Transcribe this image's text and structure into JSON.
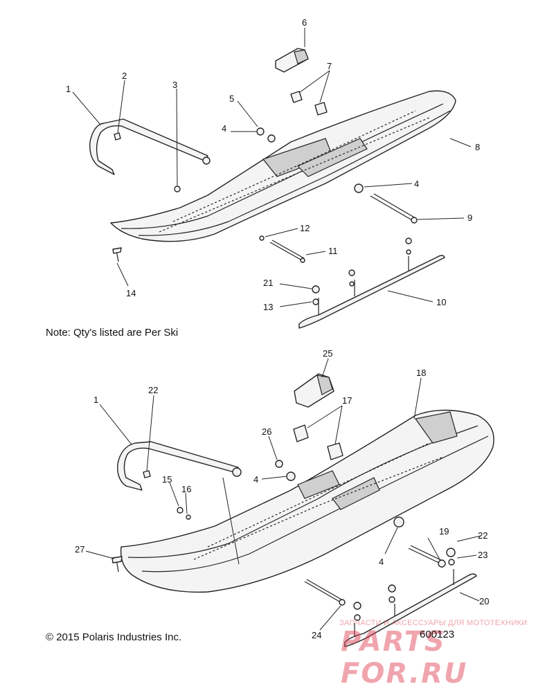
{
  "diagram": {
    "note": "Note: Qty's listed are Per Ski",
    "copyright": "© 2015 Polaris Industries Inc.",
    "figure_number": "600123",
    "watermark": {
      "subtitle": "ЗАПЧАСТИ И АКСЕССУАРЫ ДЛЯ МОТОТЕХНИКИ",
      "logo": "PARTS FOR.RU"
    },
    "upper_callouts": [
      "1",
      "2",
      "3",
      "4",
      "5",
      "6",
      "7",
      "4",
      "8",
      "4",
      "9",
      "12",
      "11",
      "14",
      "21",
      "13",
      "10"
    ],
    "lower_callouts": [
      "25",
      "18",
      "1",
      "22",
      "17",
      "26",
      "4",
      "15",
      "16",
      "4",
      "19",
      "22",
      "23",
      "27",
      "20",
      "24"
    ]
  },
  "colors": {
    "line": "#222222",
    "part_fill": "#f4f4f4",
    "shade": "#cfcfcf",
    "watermark": "#e03a4e"
  }
}
